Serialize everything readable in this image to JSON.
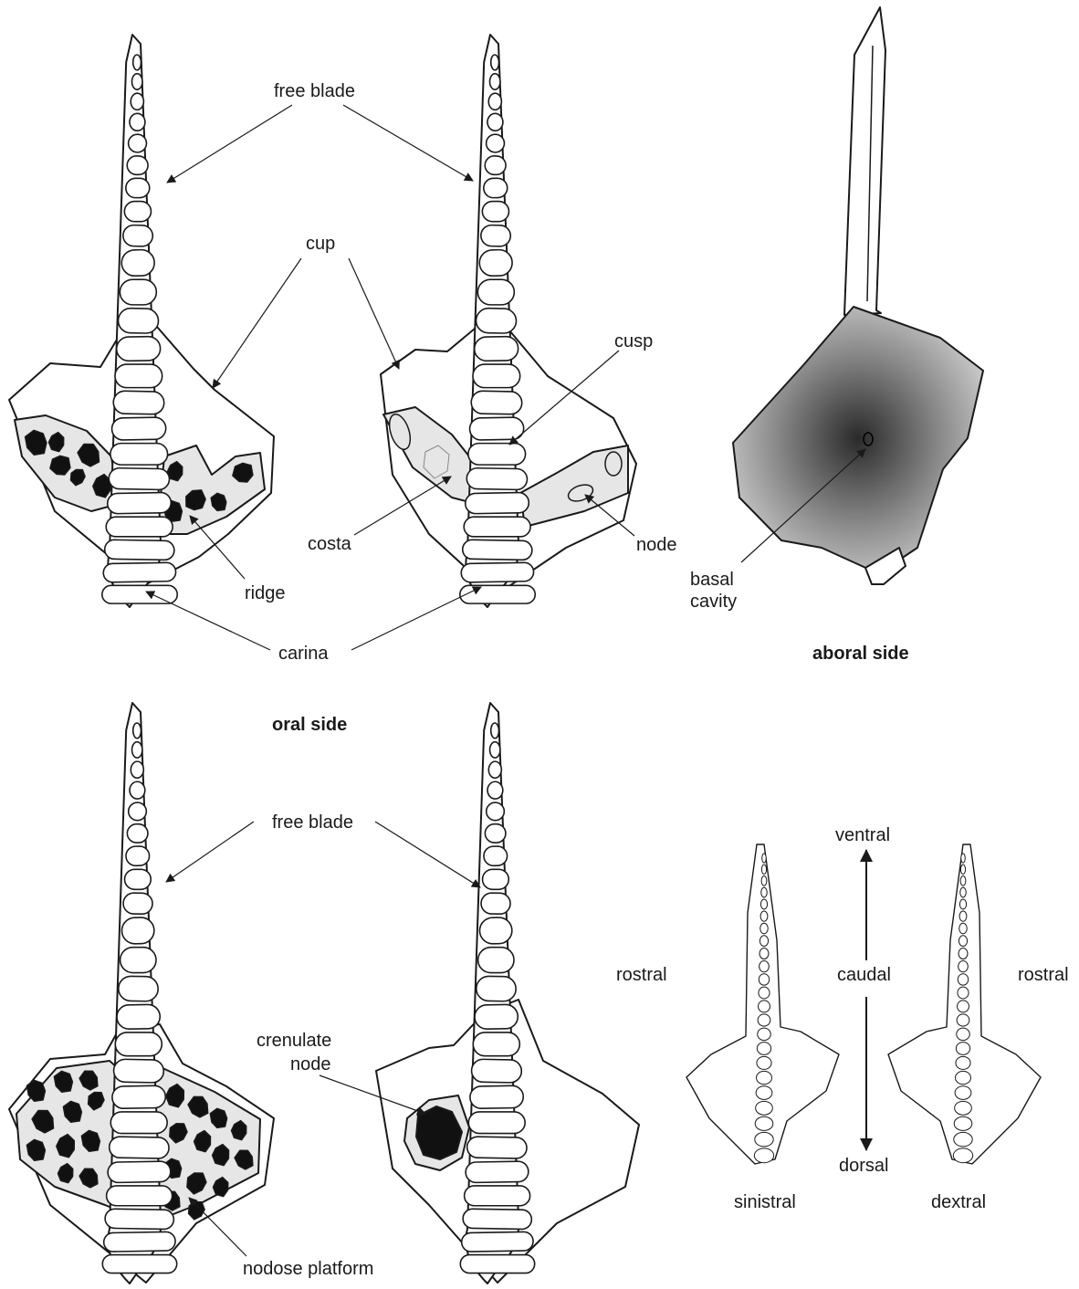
{
  "labels": {
    "free_blade_top": "free blade",
    "cup": "cup",
    "cusp": "cusp",
    "costa": "costa",
    "node": "node",
    "ridge": "ridge",
    "carina": "carina",
    "basal_cavity_line1": "basal",
    "basal_cavity_line2": "cavity",
    "aboral_side": "aboral side",
    "oral_side": "oral side",
    "free_blade_bottom": "free blade",
    "crenulate_node_line1": "crenulate",
    "crenulate_node_line2": "node",
    "nodose_platform": "nodose platform",
    "ventral": "ventral",
    "caudal": "caudal",
    "dorsal": "dorsal",
    "rostral_left": "rostral",
    "rostral_right": "rostral",
    "sinistral": "sinistral",
    "dextral": "dextral"
  },
  "colors": {
    "outline": "#1a1a1a",
    "node_fill": "#111111",
    "platform_fill": "#e6e6e6",
    "cavity_center": "#2a2a2a",
    "cavity_edge": "#d4d4d4"
  }
}
